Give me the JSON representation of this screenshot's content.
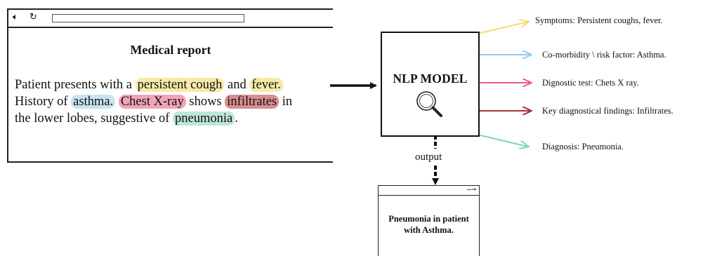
{
  "report_window": {
    "icons": [
      "speaker-icon",
      "refresh-icon"
    ],
    "title": "Medical report",
    "text": {
      "s1_pre": "Patient presents with a ",
      "s1_symptom1": "persistent cough",
      "s1_mid": " and ",
      "s1_symptom2": "fever.",
      "s2_pre": "History of ",
      "s2_comorbidity": "asthma.",
      "s2_sp": " ",
      "s2_test": "Chest X-ray",
      "s2_mid": " shows ",
      "s2_finding": "infiltrates",
      "s2_post": " in",
      "s3_pre": "the lower lobes, suggestive of ",
      "s3_diagnosis": "pneumonia",
      "s3_post": "."
    }
  },
  "model": {
    "name": "NLP MODEL",
    "icon": "magnifier-icon"
  },
  "flow": {
    "output_label": "output"
  },
  "extractions": [
    {
      "label": "Symptoms: Persistent coughs, fever.",
      "color": "#f5dc73"
    },
    {
      "label": "Co-morbidity \\ risk factor: Asthma.",
      "color": "#8fcdf0"
    },
    {
      "label": "Dignostic test: Chets X ray.",
      "color": "#ee5b7f"
    },
    {
      "label": "Key diagnostical findings: Infiltrates.",
      "color": "#a83232"
    },
    {
      "label": "Diagnosis: Pneumonia.",
      "color": "#7fd6b8"
    }
  ],
  "output_window": {
    "line1": "Pneumonia in patient",
    "line2": "with Asthma."
  }
}
